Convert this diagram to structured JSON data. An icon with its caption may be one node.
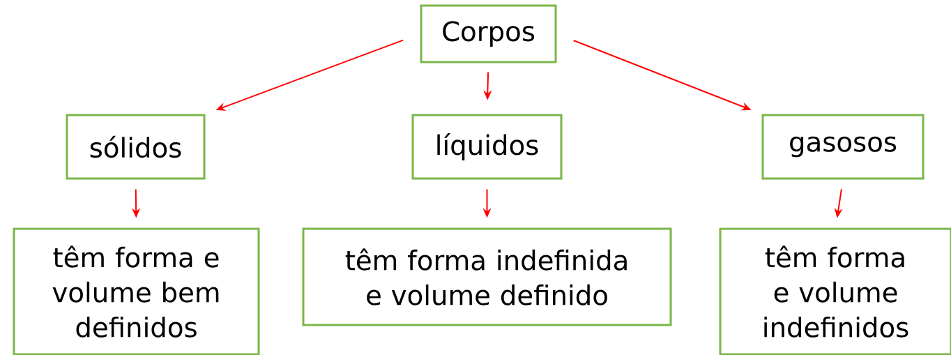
{
  "diagram": {
    "nodes": [
      {
        "text": [
          "Corpos"
        ]
      },
      {
        "text": [
          "sólidos"
        ]
      },
      {
        "text": [
          "líquidos"
        ]
      },
      {
        "text": [
          "gasosos"
        ]
      },
      {
        "text": [
          "têm forma e volume bem definidos"
        ]
      },
      {
        "text": [
          "têm forma indefinida e volume definido"
        ]
      },
      {
        "text": [
          "têm forma e volume indefinidos"
        ]
      }
    ],
    "edges": [
      {
        "from": 0,
        "to": 1,
        "arrow": "to"
      },
      {
        "from": 0,
        "to": 2,
        "arrow": "to"
      },
      {
        "from": 0,
        "to": 3,
        "arrow": "to"
      },
      {
        "from": 1,
        "to": 4,
        "arrow": "to"
      },
      {
        "from": 2,
        "to": 5,
        "arrow": "to"
      },
      {
        "from": 3,
        "to": 6,
        "arrow": "to"
      }
    ]
  }
}
